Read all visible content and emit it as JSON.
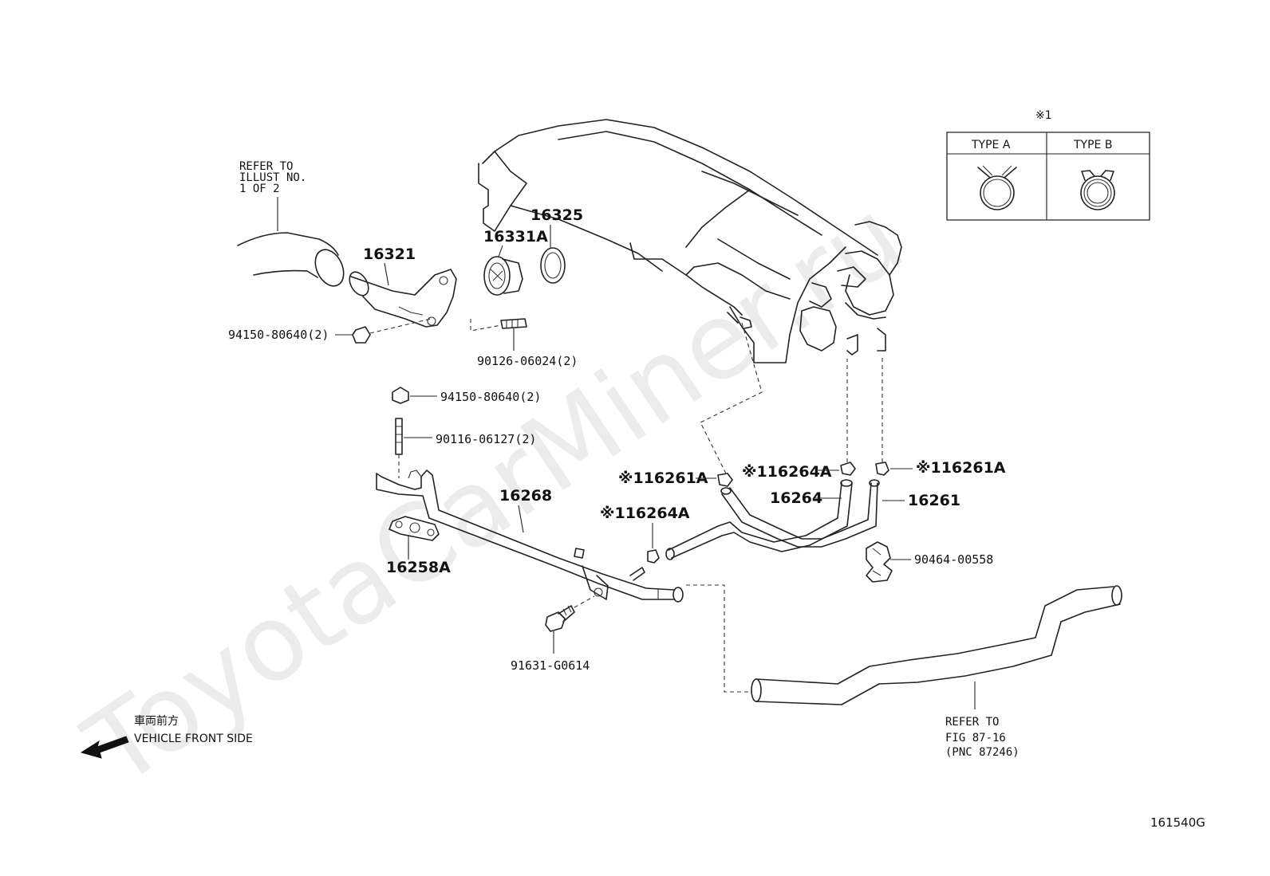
{
  "watermark": "ToyotaCarMiner.ru",
  "figure_code": "161540G",
  "legend": {
    "marker": "※1",
    "type_a": "TYPE A",
    "type_b": "TYPE B"
  },
  "references": {
    "illust": [
      "REFER TO",
      "ILLUST NO.",
      "1 OF 2"
    ],
    "fig": [
      "REFER TO",
      "FIG 87-16",
      "(PNC 87246)"
    ]
  },
  "direction": {
    "jp": "車両前方",
    "en": "VEHICLE FRONT SIDE"
  },
  "parts": {
    "p16321": "16321",
    "p16331A": "16331A",
    "p16325": "16325",
    "p94150_top": "94150-80640(2)",
    "p90126": "90126-06024(2)",
    "p94150_mid": "94150-80640(2)",
    "p90116": "90116-06127(2)",
    "p16268": "16268",
    "p16258A": "16258A",
    "p91631": "91631-G0614",
    "p16261A_left": "※116261A",
    "p16264A_top": "※116264A",
    "p16261A_right": "※116261A",
    "p16264": "16264",
    "p16261": "16261",
    "p16264A_left": "※116264A",
    "p90464": "90464-00558"
  }
}
